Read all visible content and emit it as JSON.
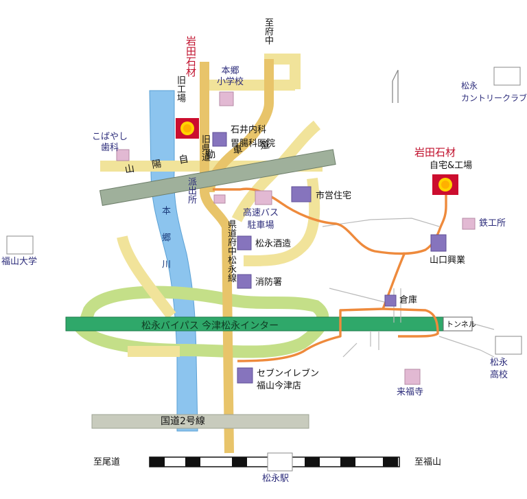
{
  "labels": {
    "to_fuchu": "至府中",
    "iwata_sekizai_left": "岩田石材",
    "old_factory": "旧工場",
    "hongo_elementary": "本郷\n小学校",
    "kobayashi_dental": "こばやし\n歯科",
    "ishii_clinic": "石井内科\n胃腸科医院",
    "old_prefectural_road": "旧県道",
    "sanyo_expressway": "山陽自動車道",
    "hongo_river": "本郷川",
    "police_box": "派出所",
    "city_housing": "市営住宅",
    "highway_bus_parking": "高速バス\n駐車場",
    "prefectural_road": "県道府中松永線",
    "matsunaga_sake": "松永酒造",
    "fire_station": "消防署",
    "matsunaga_bypass": "松永バイパス 今津松永インター",
    "warehouse": "倉庫",
    "tunnel": "トンネル",
    "seven_eleven": "セブンイレブン\n福山今津店",
    "raifukuji": "来福寺",
    "route2": "国道2号線",
    "to_onomichi": "至尾道",
    "to_fukuyama": "至福山",
    "matsunaga_station": "松永駅",
    "fukuyama_univ": "福山大学",
    "iwata_sekizai_right": "岩田石材",
    "home_factory": "自宅&工場",
    "matsunaga_cc": "松永\nカントリークラブ",
    "ironworks": "鉄工所",
    "yamaguchi_kogyo": "山口興業",
    "matsunaga_hs": "松永\n高校"
  },
  "colors": {
    "road_yellow": "#f1e39a",
    "road_main": "#e8c46a",
    "expressway": "#9fb09b",
    "bypass": "#2fa86a",
    "bypass_ramp": "#c4df88",
    "river": "#8cc4ee",
    "route_orange": "#ee8a3c",
    "building_purple": "#8674bd",
    "building_pink": "#e2b9d3",
    "marker_red": "#cc0d2e",
    "marker_sun": "#ffd400",
    "label_navy": "#2b2b7a",
    "label_red": "#c0102c"
  },
  "icons": [
    "north-arrow-icon",
    "iwata-factory-marker-icon",
    "iwata-old-factory-marker-icon"
  ]
}
